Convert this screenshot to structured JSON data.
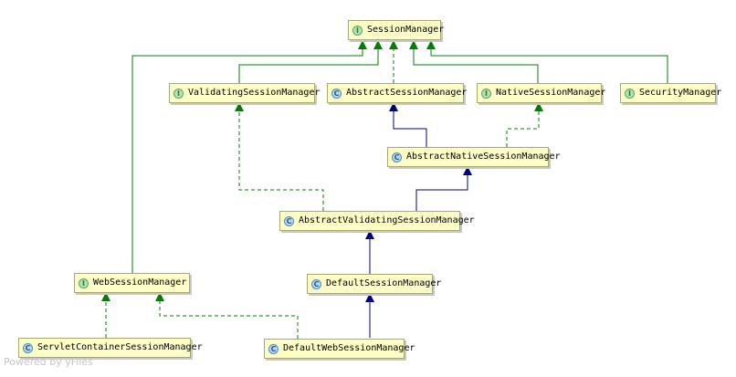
{
  "nodes": {
    "session_manager": {
      "label": "SessionManager",
      "kind": "I"
    },
    "validating_session_manager": {
      "label": "ValidatingSessionManager",
      "kind": "I"
    },
    "abstract_session_manager": {
      "label": "AbstractSessionManager",
      "kind": "C"
    },
    "native_session_manager": {
      "label": "NativeSessionManager",
      "kind": "I"
    },
    "security_manager": {
      "label": "SecurityManager",
      "kind": "I"
    },
    "abstract_native_session_manager": {
      "label": "AbstractNativeSessionManager",
      "kind": "C"
    },
    "abstract_validating_session_manager": {
      "label": "AbstractValidatingSessionManager",
      "kind": "C"
    },
    "web_session_manager": {
      "label": "WebSessionManager",
      "kind": "I"
    },
    "default_session_manager": {
      "label": "DefaultSessionManager",
      "kind": "C"
    },
    "servlet_container_session_manager": {
      "label": "ServletContainerSessionManager",
      "kind": "C"
    },
    "default_web_session_manager": {
      "label": "DefaultWebSessionManager",
      "kind": "C"
    }
  },
  "edges": [
    {
      "from": "validating_session_manager",
      "to": "session_manager",
      "type": "extends"
    },
    {
      "from": "abstract_session_manager",
      "to": "session_manager",
      "type": "implements"
    },
    {
      "from": "native_session_manager",
      "to": "session_manager",
      "type": "extends"
    },
    {
      "from": "security_manager",
      "to": "session_manager",
      "type": "extends"
    },
    {
      "from": "web_session_manager",
      "to": "session_manager",
      "type": "extends"
    },
    {
      "from": "abstract_native_session_manager",
      "to": "abstract_session_manager",
      "type": "class-extends"
    },
    {
      "from": "abstract_native_session_manager",
      "to": "native_session_manager",
      "type": "implements"
    },
    {
      "from": "abstract_validating_session_manager",
      "to": "abstract_native_session_manager",
      "type": "class-extends"
    },
    {
      "from": "abstract_validating_session_manager",
      "to": "validating_session_manager",
      "type": "implements"
    },
    {
      "from": "default_session_manager",
      "to": "abstract_validating_session_manager",
      "type": "class-extends"
    },
    {
      "from": "servlet_container_session_manager",
      "to": "web_session_manager",
      "type": "implements"
    },
    {
      "from": "default_web_session_manager",
      "to": "web_session_manager",
      "type": "implements"
    },
    {
      "from": "default_web_session_manager",
      "to": "default_session_manager",
      "type": "class-extends"
    }
  ],
  "colors": {
    "interface_extends": "#007f00",
    "implements": "#007f00",
    "class_extends": "#00007f"
  },
  "watermark": "Powered by yFiles"
}
